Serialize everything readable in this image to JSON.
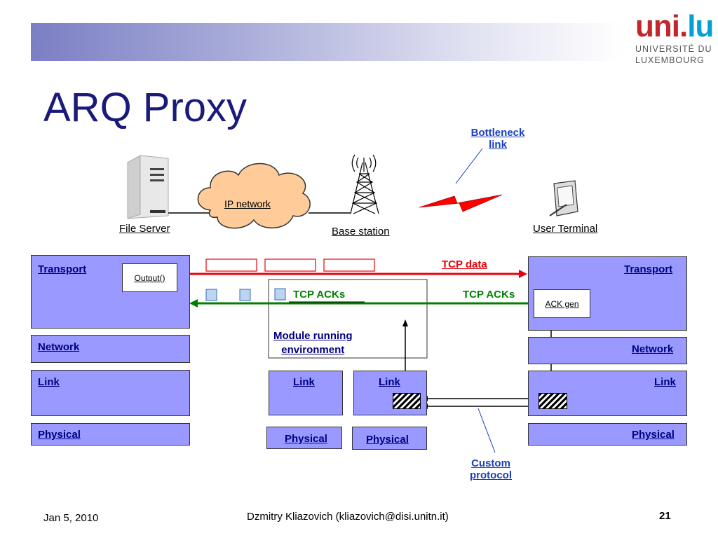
{
  "title": "ARQ Proxy",
  "logo": {
    "main_uni": "uni",
    "main_dot": ".",
    "main_lu": "lu",
    "line1": "UNIVERSITÉ DU",
    "line2": "LUXEMBOURG"
  },
  "diagram": {
    "nodes": {
      "file_server": "File Server",
      "ip_network": "IP network",
      "base_station": "Base station",
      "user_terminal": "User Terminal"
    },
    "callouts": {
      "bottleneck": [
        "Bottleneck",
        "link"
      ],
      "custom": [
        "Custom",
        "protocol"
      ]
    },
    "left_stack": {
      "transport": "Transport",
      "network": "Network",
      "link": "Link",
      "physical": "Physical",
      "function_box": "Output()"
    },
    "right_stack": {
      "transport": "Transport",
      "network": "Network",
      "link": "Link",
      "physical": "Physical",
      "function_box": "ACK gen"
    },
    "middle": {
      "module": [
        "Module running",
        "environment"
      ],
      "link_a": "Link",
      "link_b": "Link",
      "physical_a": "Physical",
      "physical_b": "Physical"
    },
    "flows": {
      "tcp_data": "TCP data",
      "tcp_acks_middle": "TCP ACKs",
      "tcp_acks_right": "TCP ACKs"
    },
    "colors": {
      "layer_fill": "#9999ff",
      "data_arrow": "#e8000b",
      "ack_arrow": "#008000",
      "title": "#1a1a7a",
      "callout": "#1a3fbf"
    }
  },
  "footer": {
    "date": "Jan 5, 2010",
    "author": "Dzmitry Kliazovich (kliazovich@disi.unitn.it)",
    "page": "21"
  }
}
